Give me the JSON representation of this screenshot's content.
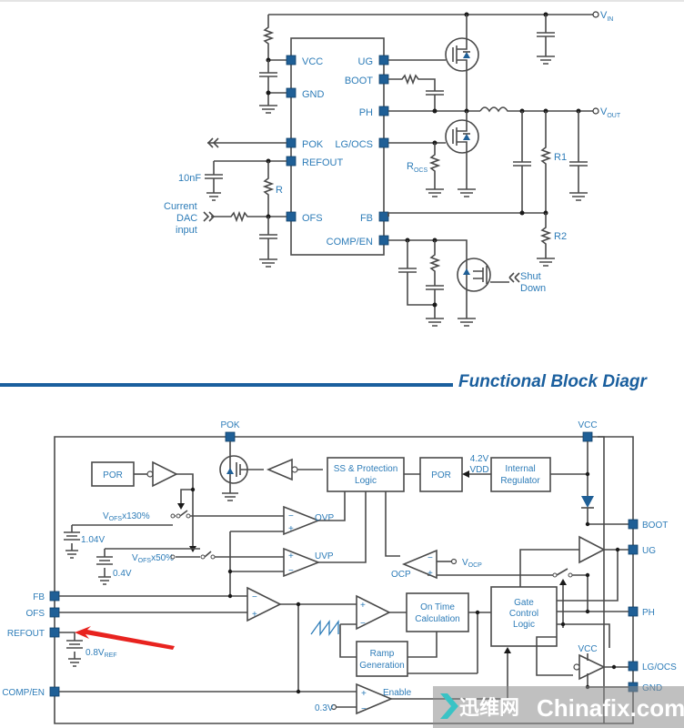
{
  "top_schematic": {
    "ic_pins_left": [
      "VCC",
      "GND",
      "POK",
      "REFOUT",
      "OFS"
    ],
    "ic_pins_right": [
      "UG",
      "BOOT",
      "PH",
      "LG/OCS",
      "FB",
      "COMP/EN"
    ],
    "rails": {
      "vin": "V",
      "vin_sub": "IN",
      "vout": "V",
      "vout_sub": "OUT"
    },
    "components": {
      "cap_10nf": "10nF",
      "resistor_r": "R",
      "resistor_rocs": "R",
      "resistor_rocs_sub": "OCS",
      "resistor_r1": "R1",
      "resistor_r2": "R2"
    },
    "inputs": {
      "current_dac_line1": "Current",
      "current_dac_line2": "DAC",
      "current_dac_line3": "input",
      "shutdown_line1": "Shut",
      "shutdown_line2": "Down"
    }
  },
  "section_title": "Functional Block Diagr",
  "block_diagram": {
    "top_pins": {
      "pok": "POK",
      "vcc": "VCC"
    },
    "left_pins": [
      "FB",
      "OFS",
      "REFOUT",
      "COMP/EN"
    ],
    "right_pins": [
      "BOOT",
      "UG",
      "PH",
      "LG/OCS",
      "GND"
    ],
    "blocks": {
      "por_left": "POR",
      "ss_protection_line1": "SS & Protection",
      "ss_protection_line2": "Logic",
      "por_mid": "POR",
      "internal_reg_line1": "Internal",
      "internal_reg_line2": "Regulator",
      "on_time_line1": "On Time",
      "on_time_line2": "Calculation",
      "ramp_line1": "Ramp",
      "ramp_line2": "Generation",
      "gate_ctrl_line1": "Gate",
      "gate_ctrl_line2": "Control",
      "gate_ctrl_line3": "Logic"
    },
    "labels": {
      "vdd_line1": "4.2V",
      "vdd_line2": "VDD",
      "ovp": "OVP",
      "uvp": "UVP",
      "ocp": "OCP",
      "vocp": "V",
      "vocp_sub": "OCP",
      "vofs130": "V",
      "vofs130_sub": "OFS",
      "vofs130_suffix": "x130%",
      "vofs50": "V",
      "vofs50_sub": "OFS",
      "vofs50_suffix": "x50%",
      "v104": "1.04V",
      "v04": "0.4V",
      "vref": "0.8V",
      "vref_sub": "REF",
      "v03": "0.3V",
      "enable": "Enable",
      "vcc_low": "VCC",
      "minus": "−",
      "plus": "+"
    }
  },
  "annotation": {
    "arrow_color": "#e8231f",
    "target": "REFOUT"
  },
  "watermark": {
    "cn": "迅维网",
    "en": "Chinafix.com"
  },
  "colors": {
    "pin": "#1f5f96",
    "label": "#2d7cb8",
    "title": "#1a5f9e",
    "wire": "#4a4a4a"
  }
}
